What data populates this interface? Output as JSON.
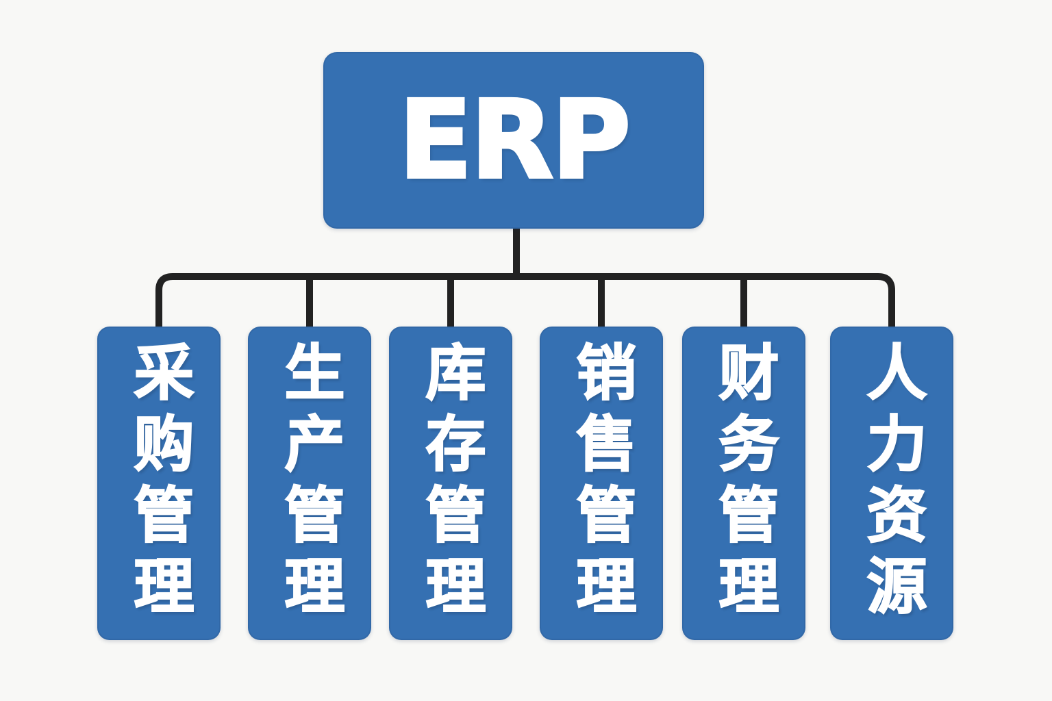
{
  "diagram": {
    "root": {
      "label": "ERP"
    },
    "children": [
      {
        "label": "采购管理"
      },
      {
        "label": "生产管理"
      },
      {
        "label": "库存管理"
      },
      {
        "label": "销售管理"
      },
      {
        "label": "财务管理"
      },
      {
        "label": "人力资源"
      }
    ],
    "colors": {
      "background": "#F8F8F6",
      "node_fill": "#3570B2",
      "node_text": "#FFFFFF",
      "connector": "#222222"
    }
  }
}
